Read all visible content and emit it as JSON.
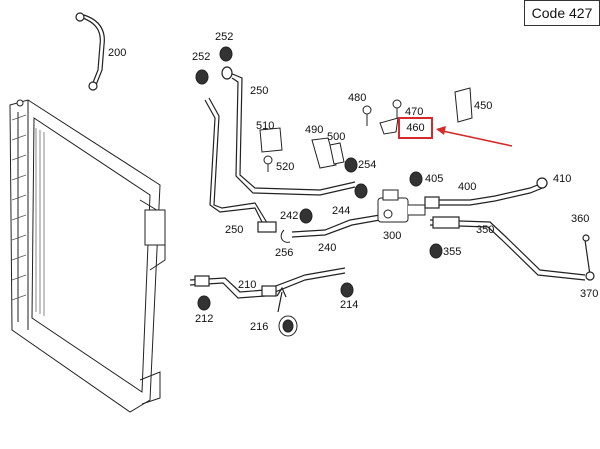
{
  "diagram": {
    "code_label": "Code 427",
    "highlighted_part": "460",
    "accent_color": "#d42a2a",
    "line_color": "#222222",
    "parts": [
      {
        "id": "p200",
        "number": "200"
      },
      {
        "id": "p252a",
        "number": "252"
      },
      {
        "id": "p252b",
        "number": "252"
      },
      {
        "id": "p250a",
        "number": "250"
      },
      {
        "id": "p250b",
        "number": "250"
      },
      {
        "id": "p510",
        "number": "510"
      },
      {
        "id": "p520",
        "number": "520"
      },
      {
        "id": "p490",
        "number": "490"
      },
      {
        "id": "p500",
        "number": "500"
      },
      {
        "id": "p254",
        "number": "254"
      },
      {
        "id": "p480",
        "number": "480"
      },
      {
        "id": "p470",
        "number": "470"
      },
      {
        "id": "p450",
        "number": "450"
      },
      {
        "id": "p405",
        "number": "405"
      },
      {
        "id": "p400",
        "number": "400"
      },
      {
        "id": "p410",
        "number": "410"
      },
      {
        "id": "p242",
        "number": "242"
      },
      {
        "id": "p244",
        "number": "244"
      },
      {
        "id": "p256",
        "number": "256"
      },
      {
        "id": "p240",
        "number": "240"
      },
      {
        "id": "p300",
        "number": "300"
      },
      {
        "id": "p350",
        "number": "350"
      },
      {
        "id": "p355",
        "number": "355"
      },
      {
        "id": "p360",
        "number": "360"
      },
      {
        "id": "p370",
        "number": "370"
      },
      {
        "id": "p210",
        "number": "210"
      },
      {
        "id": "p212",
        "number": "212"
      },
      {
        "id": "p214",
        "number": "214"
      },
      {
        "id": "p216",
        "number": "216"
      }
    ]
  }
}
